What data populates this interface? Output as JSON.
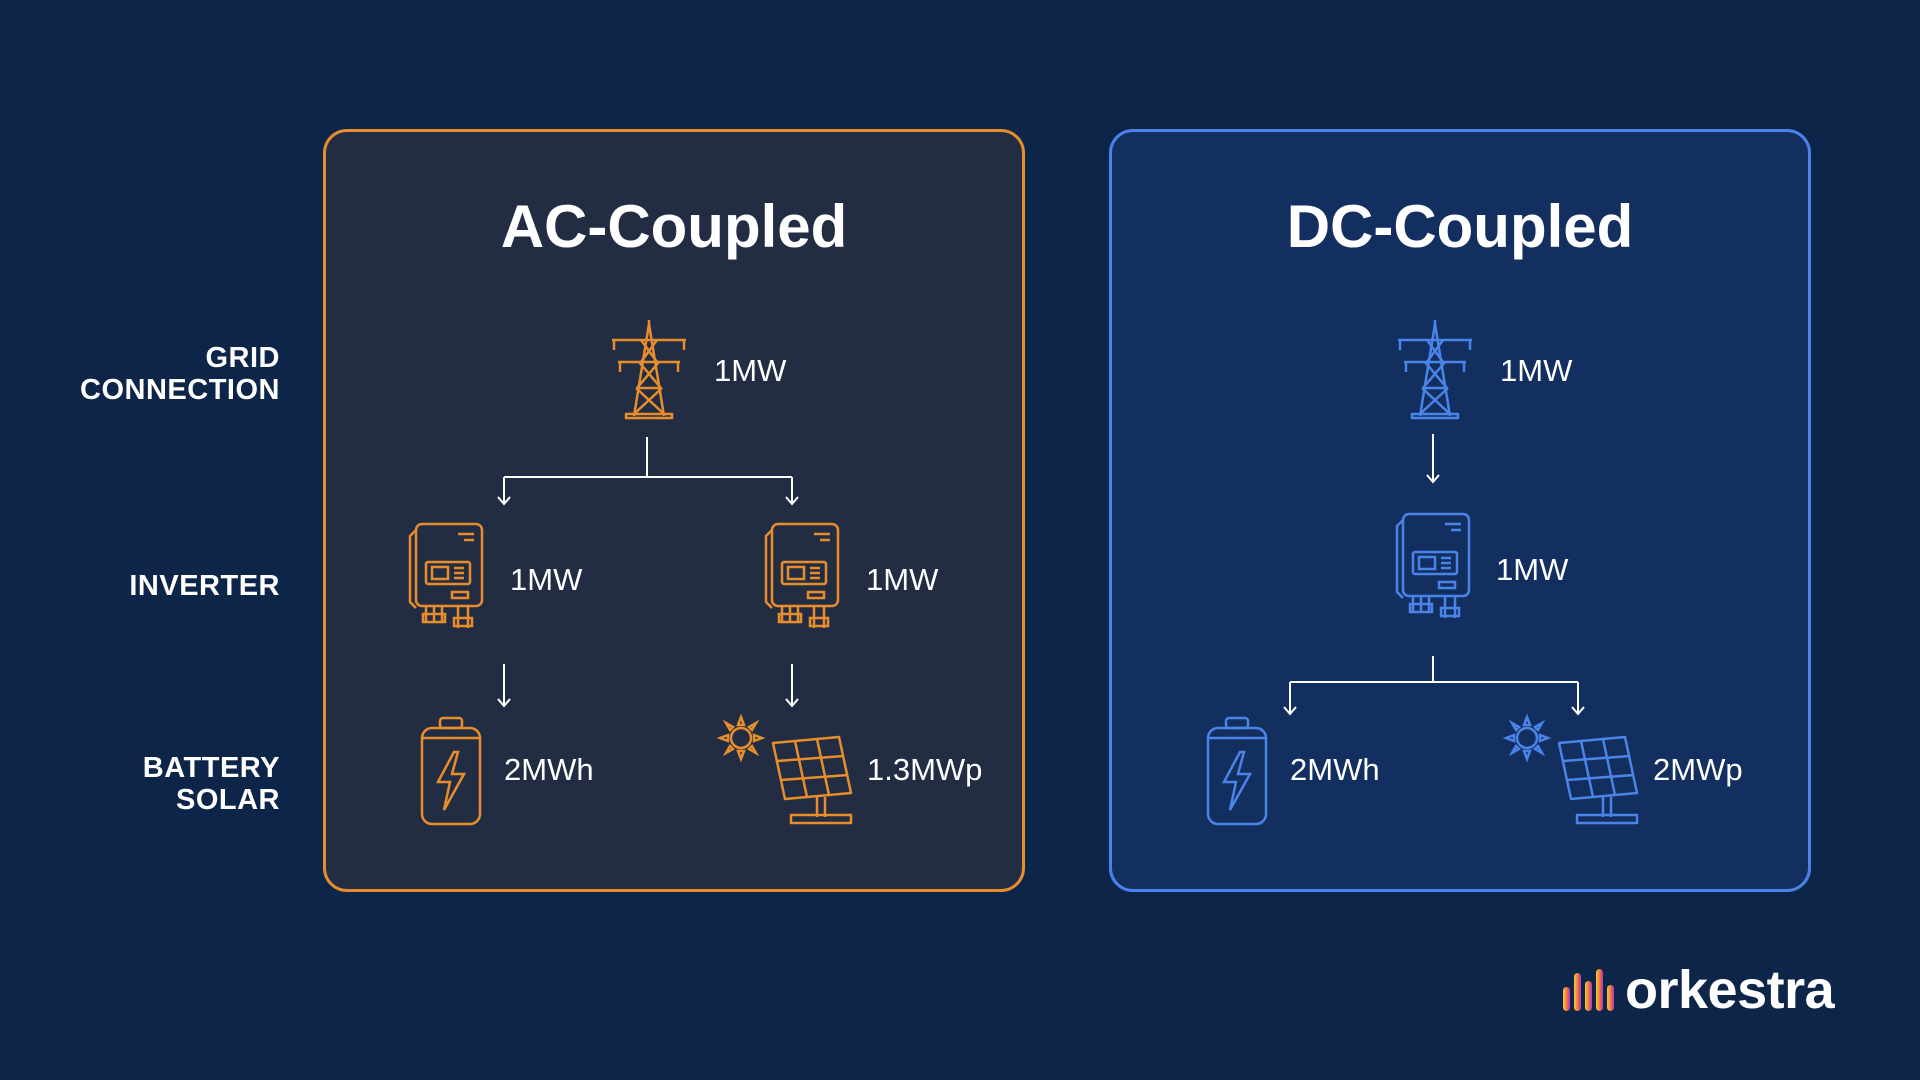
{
  "row_labels": {
    "grid": [
      "GRID",
      "CONNECTION"
    ],
    "inverter": "INVERTER",
    "storage": [
      "BATTERY",
      "SOLAR"
    ]
  },
  "ac": {
    "title": "AC-Coupled",
    "grid_value": "1MW",
    "inverter_battery_value": "1MW",
    "inverter_solar_value": "1MW",
    "battery_value": "2MWh",
    "solar_value": "1.3MWp"
  },
  "dc": {
    "title": "DC-Coupled",
    "grid_value": "1MW",
    "inverter_value": "1MW",
    "battery_value": "2MWh",
    "solar_value": "2MWp"
  },
  "logo": {
    "text": "orkestra"
  },
  "colors": {
    "background": "#0d2549",
    "ac_accent": "#e88d2c",
    "dc_accent": "#4a84e8",
    "ac_panel": "#222d43",
    "dc_panel": "#132f60"
  },
  "icons": [
    "pylon-icon",
    "inverter-icon",
    "battery-icon",
    "sun-icon",
    "solar-panel-icon"
  ]
}
